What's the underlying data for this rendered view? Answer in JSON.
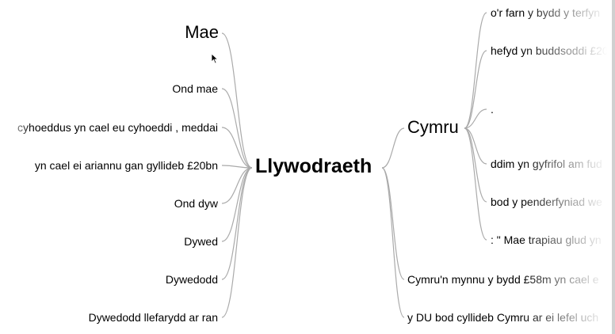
{
  "tree": {
    "root": "Llywodraeth",
    "left": {
      "mae": "Mae",
      "leaves": [
        "Ond mae",
        "cyhoeddus yn cael eu cyhoeddi , meddai",
        "yn cael ei ariannu gan gyllideb £20bn",
        "Ond dyw",
        "Dywed",
        "Dywedodd",
        "Dywedodd llefarydd ar ran"
      ]
    },
    "right": {
      "cymru": "Cymru",
      "cymru_children": [
        "o'r farn y bydd y terfyn",
        "hefyd yn buddsoddi £20",
        ".",
        "ddim yn gyfrifol am fud",
        "bod y penderfyniad we",
        ": \" Mae trapiau glud yn"
      ],
      "leaves": [
        "Cymru'n mynnu y bydd £58m yn cael e",
        "y DU bod cyllideb Cymru ar ei lefel uch"
      ]
    }
  },
  "colors": {
    "link": "#aaaaaa",
    "text": "#000000",
    "background": "#ffffff"
  }
}
